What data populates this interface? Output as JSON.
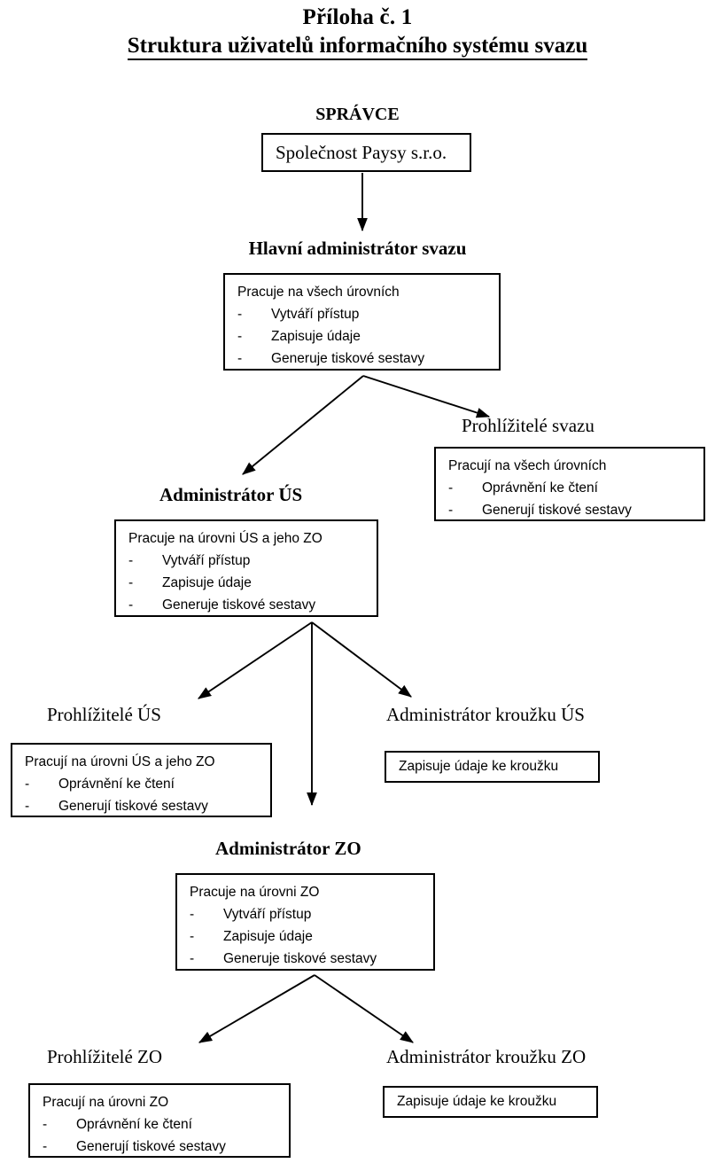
{
  "document": {
    "title_line1": "Příloha č. 1",
    "title_line2": "Struktura uživatelů informačního systému svazu"
  },
  "nodes": {
    "spravce": {
      "heading": "SPRÁVCE",
      "box_text": "Společnost Paysy s.r.o."
    },
    "hlavni_admin": {
      "heading": "Hlavní administrátor svazu",
      "lead": "Pracuje na všech úrovních",
      "items": [
        "Vytváří přístup",
        "Zapisuje údaje",
        "Generuje tiskové sestavy"
      ]
    },
    "prohlizitele_svazu": {
      "heading": "Prohlížitelé svazu",
      "lead": "Pracují na všech úrovních",
      "items": [
        "Oprávnění ke čtení",
        "Generují tiskové sestavy"
      ]
    },
    "admin_us": {
      "heading": "Administrátor ÚS",
      "lead": "Pracuje na úrovni ÚS a jeho ZO",
      "items": [
        "Vytváří přístup",
        "Zapisuje údaje",
        "Generuje tiskové sestavy"
      ]
    },
    "prohlizitele_us": {
      "heading": "Prohlížitelé ÚS",
      "lead": "Pracují na úrovni ÚS a jeho ZO",
      "items": [
        "Oprávnění ke čtení",
        "Generují tiskové sestavy"
      ]
    },
    "admin_krouzku_us": {
      "heading": "Administrátor kroužku ÚS",
      "box_text": "Zapisuje údaje ke kroužku"
    },
    "admin_zo": {
      "heading": "Administrátor ZO",
      "lead": "Pracuje na úrovni ZO",
      "items": [
        "Vytváří přístup",
        "Zapisuje údaje",
        "Generuje tiskové sestavy"
      ]
    },
    "prohlizitele_zo": {
      "heading": "Prohlížitelé ZO",
      "lead": "Pracují na úrovni ZO",
      "items": [
        "Oprávnění ke čtení",
        "Generují tiskové sestavy"
      ]
    },
    "admin_krouzku_zo": {
      "heading": "Administrátor kroužku ZO",
      "box_text": "Zapisuje údaje ke kroužku"
    }
  },
  "bullet_marker": "-",
  "colors": {
    "line": "#000000",
    "background": "#ffffff",
    "text": "#000000"
  }
}
